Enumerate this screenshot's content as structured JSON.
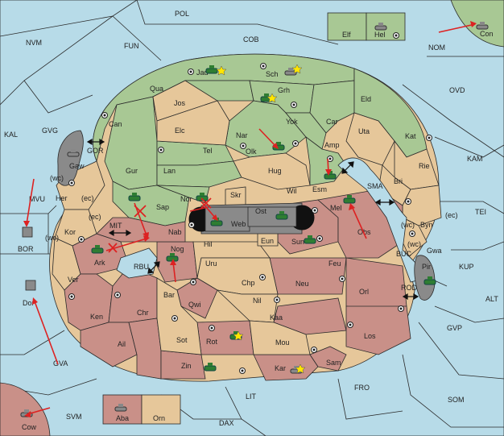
{
  "sea_labels": [
    "POL",
    "NVM",
    "FUN",
    "COB",
    "NOM",
    "OVD",
    "KAL",
    "GVG",
    "GOR",
    "MVU",
    "BOR",
    "MIT",
    "RBU",
    "SMA",
    "KAM",
    "TEI",
    "BUC",
    "KUP",
    "ROD",
    "ALT",
    "GVP",
    "GVA",
    "SVM",
    "LIT",
    "FRO",
    "SOM",
    "DAX"
  ],
  "green_labels": [
    "Jad",
    "Sch",
    "Qua",
    "Grh",
    "Jos",
    "Eld",
    "Can",
    "Yok",
    "Car",
    "Elc",
    "Nar",
    "Tel",
    "Olk",
    "Amp",
    "Gur",
    "Lan",
    "Hug",
    "Esm",
    "Wil",
    "Nor",
    "Sap",
    "Elf",
    "Hel"
  ],
  "tan_labels": [
    "Uta",
    "Kat",
    "Rie",
    "Bri",
    "Byn",
    "Gwa",
    "Her",
    "Kor",
    "Ver",
    "Skr",
    "Eun",
    "Hil",
    "Uru",
    "Chp",
    "Nil",
    "Bar",
    "Sot",
    "Mou",
    "Orn"
  ],
  "red_labels": [
    "Mel",
    "Obs",
    "Sun",
    "Feu",
    "Neu",
    "Orl",
    "Ark",
    "Nog",
    "Nab",
    "Qwi",
    "Kaa",
    "Los",
    "Ken",
    "Chr",
    "Ail",
    "Rot",
    "Zin",
    "Kar",
    "Sam",
    "Aba",
    "Con",
    "Cow"
  ],
  "gray_labels": [
    "Gaw",
    "Pir",
    "Dor",
    "Web",
    "Ost"
  ],
  "coast_labels": [
    "(wc)",
    "(ec)"
  ],
  "map": {
    "title": "",
    "colors": {
      "sea": "#b7dbe8",
      "green": "#a8c894",
      "tan": "#e6c79a",
      "red": "#c99088",
      "gray": "#8a8a8a",
      "arrow": "#dd2222"
    }
  }
}
